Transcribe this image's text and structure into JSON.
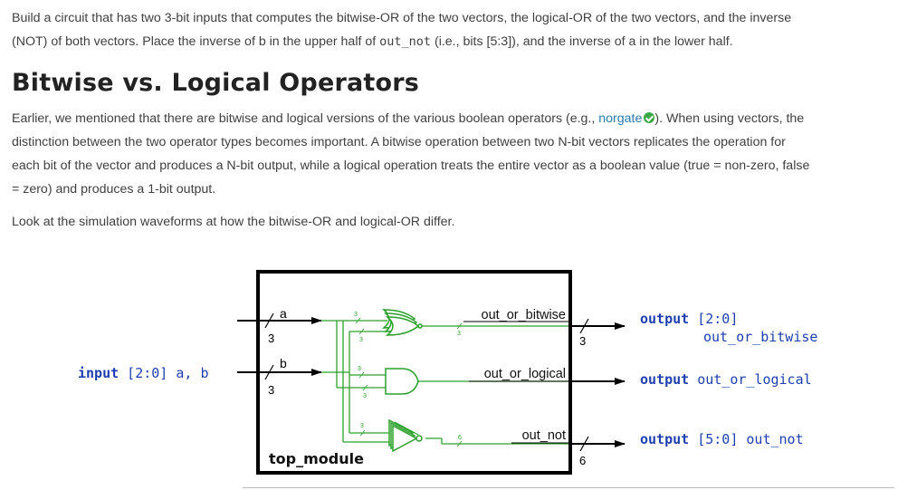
{
  "intro": {
    "line1": "Build a circuit that has two 3-bit inputs that computes the bitwise-OR of the two vectors, the logical-OR of the two vectors, and the inverse",
    "line2_before": "(NOT) of both vectors. Place the inverse of b in the upper half of ",
    "line2_code": "out_not",
    "line2_after": " (i.e., bits [5:3]), and the inverse of a in the lower half."
  },
  "section": {
    "heading": "Bitwise vs. Logical Operators",
    "p1_before": "Earlier, we mentioned that there are bitwise and logical versions of the various boolean operators (e.g., ",
    "p1_link": "norgate",
    "p1_after_link": "). When using vectors, the",
    "p1_line2": "distinction between the two operator types becomes important. A bitwise operation between two N-bit vectors replicates the operation for",
    "p1_line3": "each bit of the vector and produces a N-bit output, while a logical operation treats the entire vector as a boolean value (true = non-zero, false",
    "p1_line4": "= zero) and produces a 1-bit output.",
    "p2": "Look at the simulation waveforms at how the bitwise-OR and logical-OR differ."
  },
  "diagram": {
    "input_label": "input [2:0] a, b",
    "module_name": "top_module",
    "port_a": "a",
    "port_b": "b",
    "width_a": "3",
    "width_b": "3",
    "out1_name": "out_or_bitwise",
    "out2_name": "out_or_logical",
    "out3_name": "out_not",
    "out1_width": "3",
    "out3_width": "6",
    "out1_decl_kw": "output",
    "out1_decl_range": "[2:0]",
    "out1_decl_name": "out_or_bitwise",
    "out2_decl_kw": "output",
    "out2_decl_name": "out_or_logical",
    "out3_decl_kw": "output",
    "out3_decl_range": "[5:0]",
    "out3_decl_name": "out_not",
    "inner_bus_labels": [
      "3",
      "3",
      "3",
      "3",
      "3",
      "3",
      "6"
    ],
    "colors": {
      "wire": "#2ca02c",
      "keyword": "#1f3fb0",
      "border": "#000000"
    }
  }
}
